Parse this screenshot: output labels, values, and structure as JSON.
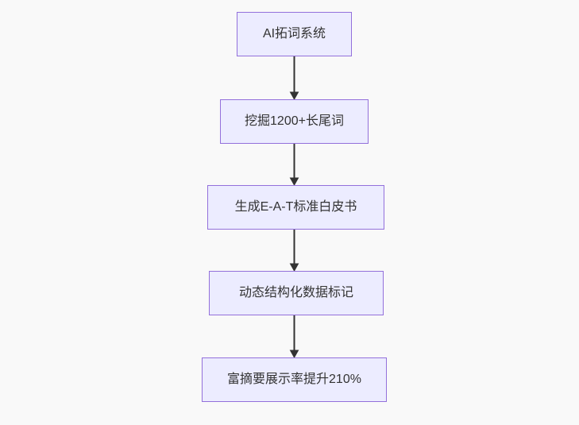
{
  "flowchart": {
    "nodes": [
      {
        "label": "AI拓词系统"
      },
      {
        "label": "挖掘1200+长尾词"
      },
      {
        "label": "生成E-A-T标准白皮书"
      },
      {
        "label": "动态结构化数据标记"
      },
      {
        "label": "富摘要展示率提升210%"
      }
    ],
    "edges": [
      {
        "from": "AI拓词系统",
        "to": "挖掘1200+长尾词"
      },
      {
        "from": "挖掘1200+长尾词",
        "to": "生成E-A-T标准白皮书"
      },
      {
        "from": "生成E-A-T标准白皮书",
        "to": "动态结构化数据标记"
      },
      {
        "from": "动态结构化数据标记",
        "to": "富摘要展示率提升210%"
      }
    ],
    "colors": {
      "node_fill": "#ECECFF",
      "node_border": "#9370DB",
      "arrow": "#333333",
      "text": "#333333",
      "background": "#f9f9f9"
    }
  }
}
